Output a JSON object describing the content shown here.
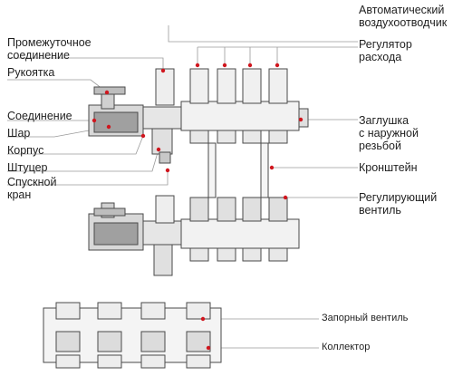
{
  "labels": {
    "left": {
      "intermediate_connection": "Промежуточное\nсоединение",
      "handle": "Рукоятка",
      "connection": "Соединение",
      "ball": "Шар",
      "body": "Корпус",
      "fitting": "Штуцер",
      "drain_valve": "Спускной\nкран"
    },
    "right": {
      "air_vent": "Автоматический\nвоздухоотводчик",
      "flow_regulator": "Регулятор\nрасхода",
      "plug": "Заглушка\nс наружной\nрезьбой",
      "bracket": "Кронштейн",
      "regulating_valve": "Регулирующий\nвентиль"
    },
    "bottom": {
      "shutoff_valve": "Запорный вентиль",
      "collector": "Коллектор"
    }
  },
  "colors": {
    "line": "#4a4a4a",
    "leader": "#9a9a9a",
    "dot": "#d0161e",
    "fill_light": "#e4e4e4",
    "fill_dark": "#7a7a7a"
  }
}
